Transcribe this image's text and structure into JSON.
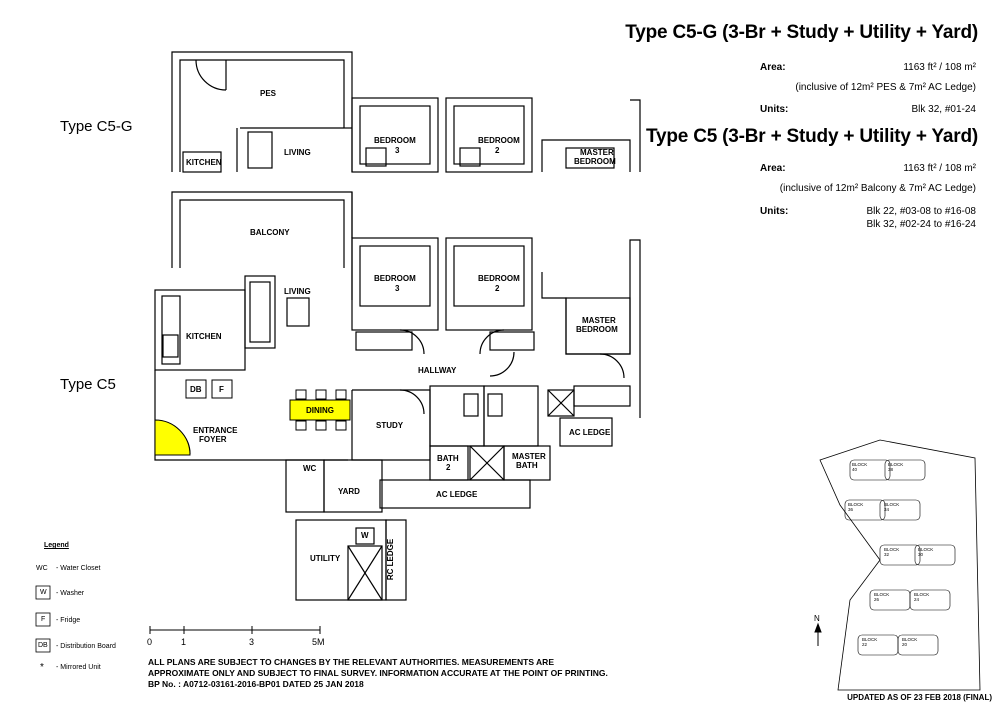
{
  "c5g": {
    "title": "Type C5-G (3-Br + Study + Utility + Yard)",
    "area_label": "Area:",
    "area_value": "1163 ft² / 108 m²",
    "area_note": "(inclusive of 12m² PES & 7m² AC Ledge)",
    "units_label": "Units:",
    "units_value": "Blk 32, #01-24",
    "plan_label": "Type C5-G",
    "rooms": {
      "pes": "PES",
      "bedroom3": "BEDROOM",
      "bedroom3_num": "3",
      "bedroom2": "BEDROOM",
      "bedroom2_num": "2",
      "master": "MASTER",
      "master2": "BEDROOM",
      "kitchen": "KITCHEN",
      "living": "LIVING"
    }
  },
  "c5": {
    "title": "Type C5 (3-Br + Study + Utility + Yard)",
    "area_label": "Area:",
    "area_value": "1163 ft² / 108 m²",
    "area_note": "(inclusive of 12m² Balcony & 7m² AC Ledge)",
    "units_label": "Units:",
    "units_value_1": "Blk 22, #03-08 to #16-08",
    "units_value_2": "Blk 32, #02-24 to #16-24",
    "plan_label": "Type C5",
    "rooms": {
      "balcony": "BALCONY",
      "bedroom3": "BEDROOM",
      "bedroom3_num": "3",
      "bedroom2": "BEDROOM",
      "bedroom2_num": "2",
      "master": "MASTER",
      "master2": "BEDROOM",
      "living": "LIVING",
      "kitchen": "KITCHEN",
      "hallway": "HALLWAY",
      "dining": "DINING",
      "study": "STUDY",
      "entrance": "ENTRANCE",
      "entrance2": "FOYER",
      "db": "DB",
      "f": "F",
      "wc": "WC",
      "yard": "YARD",
      "bath2": "BATH",
      "bath2_num": "2",
      "master_bath": "MASTER",
      "master_bath2": "BATH",
      "ac_ledge_1": "AC LEDGE",
      "ac_ledge_2": "AC LEDGE",
      "utility": "UTILITY",
      "w": "W",
      "rc_ledge": "RC LEDGE"
    }
  },
  "legend": {
    "title": "Legend",
    "items": [
      {
        "key": "WC",
        "value": "- Water Closet"
      },
      {
        "key": "W",
        "value": "- Washer"
      },
      {
        "key": "F",
        "value": "- Fridge"
      },
      {
        "key": "DB",
        "value": "- Distribution Board"
      },
      {
        "key": "*",
        "value": "- Mirrored Unit"
      }
    ]
  },
  "scale": {
    "ticks": [
      "0",
      "1",
      "3",
      "5M"
    ]
  },
  "disclaimer": {
    "line1": "ALL PLANS ARE SUBJECT TO CHANGES BY THE RELEVANT AUTHORITIES. MEASUREMENTS ARE",
    "line2": "APPROXIMATE ONLY AND SUBJECT TO FINAL SURVEY. INFORMATION ACCURATE AT THE POINT OF PRINTING.",
    "line3": "BP No. : A0712-03161-2016-BP01 DATED 25 JAN 2018"
  },
  "updated": "UPDATED AS OF 23 FEB 2018 (FINAL)",
  "keyplan": {
    "north": "N",
    "blocks": [
      {
        "label": "BLOCK",
        "num": "40"
      },
      {
        "label": "BLOCK",
        "num": "38"
      },
      {
        "label": "BLOCK",
        "num": "36"
      },
      {
        "label": "BLOCK",
        "num": "34"
      },
      {
        "label": "BLOCK",
        "num": "32"
      },
      {
        "label": "BLOCK",
        "num": "30"
      },
      {
        "label": "BLOCK",
        "num": "26"
      },
      {
        "label": "BLOCK",
        "num": "24"
      },
      {
        "label": "BLOCK",
        "num": "22"
      },
      {
        "label": "BLOCK",
        "num": "20"
      }
    ]
  }
}
